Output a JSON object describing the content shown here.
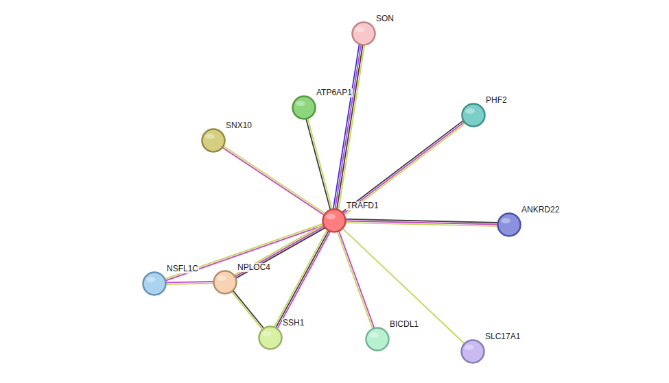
{
  "diagram": {
    "nodes": [
      {
        "text": [
          "SON"
        ]
      },
      {
        "text": [
          "ATP6AP1"
        ]
      },
      {
        "text": [
          "PHF2"
        ]
      },
      {
        "text": [
          "SNX10"
        ]
      },
      {
        "text": [
          "TRAFD1"
        ]
      },
      {
        "text": [
          "ANKRD22"
        ]
      },
      {
        "text": [
          "NSFL1C"
        ]
      },
      {
        "text": [
          "NPLOC4"
        ]
      },
      {
        "text": [
          "SSH1"
        ]
      },
      {
        "text": [
          "BICDL1"
        ]
      },
      {
        "text": [
          "SLC17A1"
        ]
      }
    ],
    "edges": [
      {
        "from": 4,
        "to": 0,
        "arrow": "none"
      },
      {
        "from": 4,
        "to": 1,
        "arrow": "none"
      },
      {
        "from": 4,
        "to": 2,
        "arrow": "none"
      },
      {
        "from": 4,
        "to": 3,
        "arrow": "none"
      },
      {
        "from": 4,
        "to": 5,
        "arrow": "none"
      },
      {
        "from": 4,
        "to": 6,
        "arrow": "none"
      },
      {
        "from": 4,
        "to": 7,
        "arrow": "none"
      },
      {
        "from": 4,
        "to": 8,
        "arrow": "none"
      },
      {
        "from": 4,
        "to": 9,
        "arrow": "none"
      },
      {
        "from": 4,
        "to": 10,
        "arrow": "none"
      },
      {
        "from": 6,
        "to": 7,
        "arrow": "none"
      },
      {
        "from": 7,
        "to": 8,
        "arrow": "none"
      }
    ]
  }
}
